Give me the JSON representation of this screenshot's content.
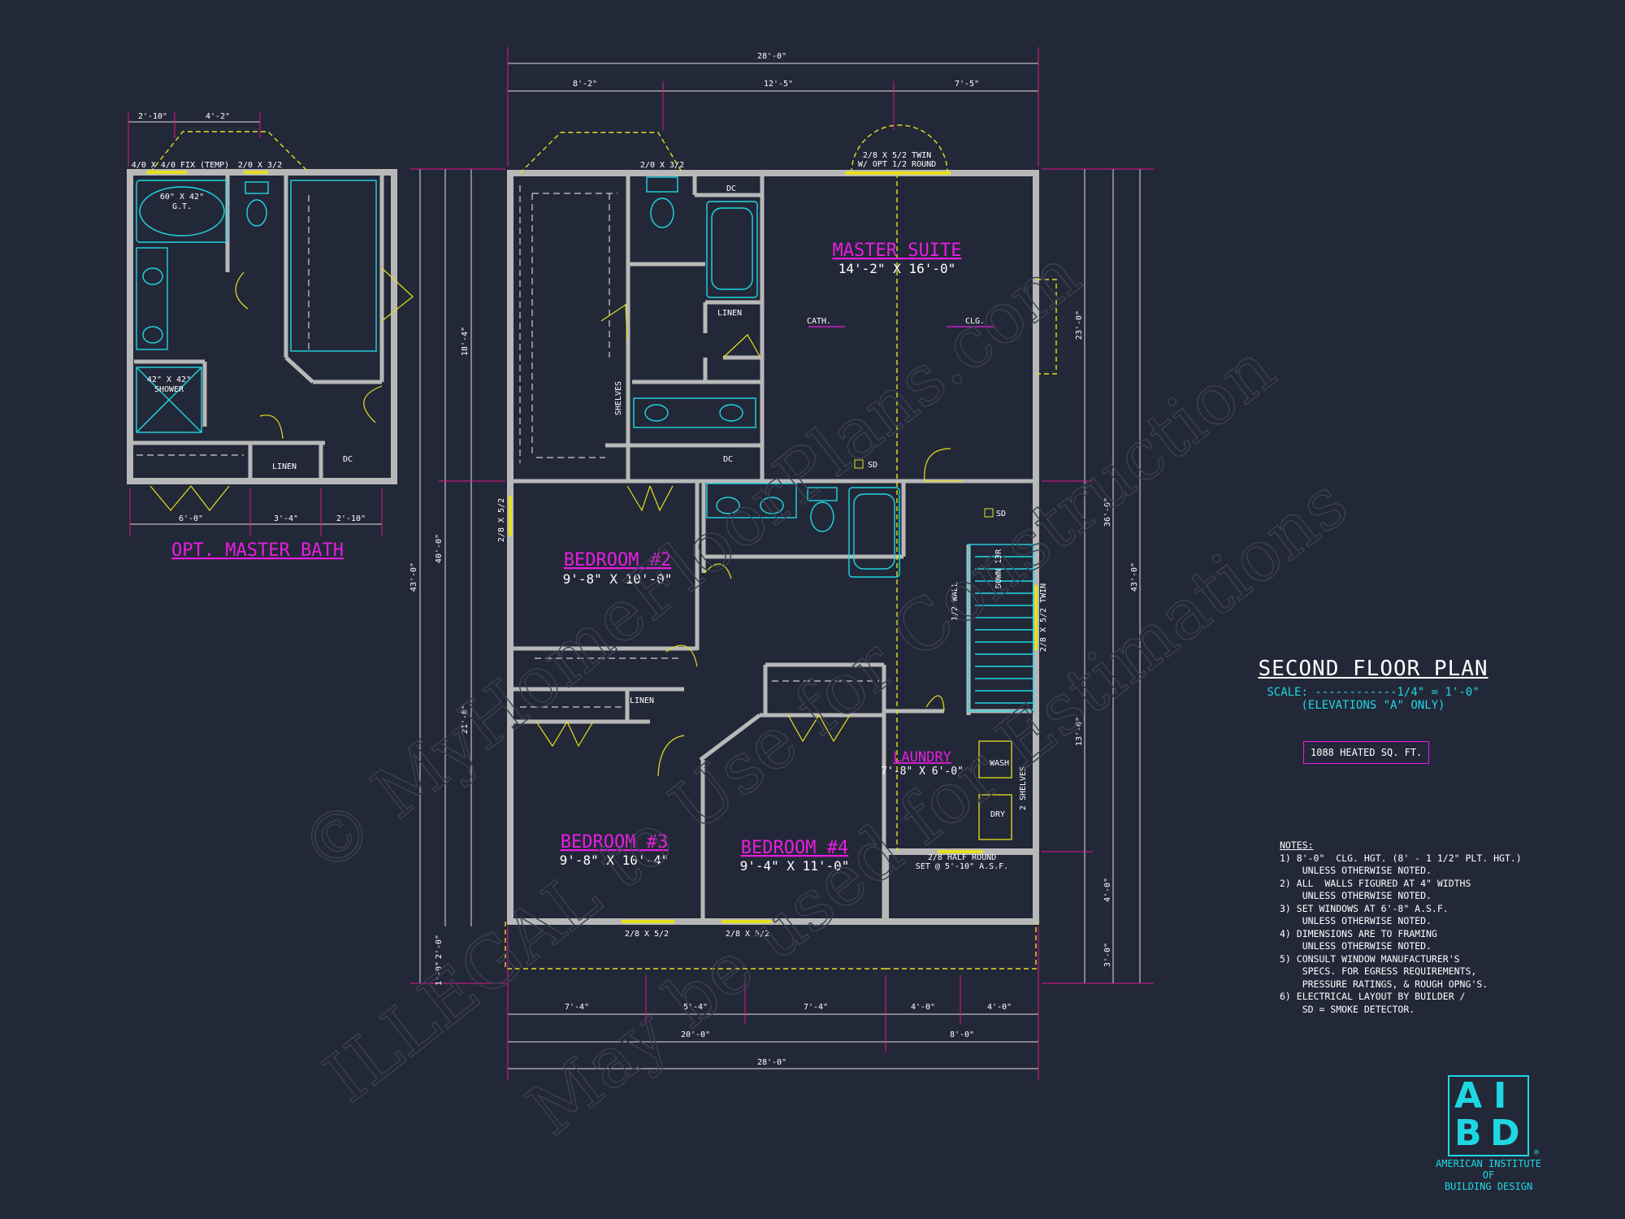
{
  "plan": {
    "title": "SECOND FLOOR PLAN",
    "scale": "SCALE: ------------1/4\" = 1'-0\"",
    "elevations": "(ELEVATIONS \"A\" ONLY)",
    "heated": "1088 HEATED SQ. FT."
  },
  "rooms": {
    "master_name": "MASTER SUITE",
    "master_dim": "14'-2\" X 16'-0\"",
    "bed2_name": "BEDROOM #2",
    "bed2_dim": "9'-8\" X 10'-0\"",
    "bed3_name": "BEDROOM #3",
    "bed3_dim": "9'-8\" X 10'-4\"",
    "bed4_name": "BEDROOM #4",
    "bed4_dim": "9'-4\" X 11'-0\"",
    "laundry_name": "LAUNDRY",
    "laundry_dim": "7'-8\" X 6'-0\"",
    "opt_bath": "OPT. MASTER BATH"
  },
  "dims": {
    "top_total": "28'-0\"",
    "top_a": "8'-2\"",
    "top_b": "12'-5\"",
    "top_c": "7'-5\"",
    "bot_a": "7'-4\"",
    "bot_b": "5'-4\"",
    "bot_c": "7'-4\"",
    "bot_d": "4'-0\"",
    "bot_e": "4'-0\"",
    "bot_f": "20'-0\"",
    "bot_g": "8'-0\"",
    "bot_total": "28'-0\"",
    "left_outer": "43'-0\"",
    "left_mid": "40'-0\"",
    "left_upper": "18'-4\"",
    "left_lower": "21'-8\"",
    "left_b1": "2'-0\"",
    "left_b2": "1'-0\"",
    "right_outer": "43'-0\"",
    "right_36": "36'-0\"",
    "right_23": "23'-0\"",
    "right_13": "13'-0\"",
    "right_4": "4'-0\"",
    "right_3": "3'-0\"",
    "opt_top_a": "2'-10\"",
    "opt_top_b": "4'-2\"",
    "opt_bot_a": "6'-0\"",
    "opt_bot_b": "3'-4\"",
    "opt_bot_c": "2'-10\""
  },
  "labels": {
    "cath": "CATH.",
    "clg": "CLG.",
    "sd": "SD",
    "linen": "LINEN",
    "dc": "DC",
    "shelves": "SHELVES",
    "down": "DOWN 13R",
    "half_wall": "1/2 WALL",
    "wash": "WASH",
    "dry": "DRY",
    "two_shelves": "2 SHELVES",
    "window_twin_top": "2/8 X 5/2 TWIN",
    "window_twin_top2": "W/ OPT 1/2 ROUND",
    "window_half_round": "2/8 HALF ROUND",
    "window_half_round2": "SET @ 5'-10\" A.S.F.",
    "window_2052": "2/0 X 3/2",
    "window_bot": "2/8 X 5/2",
    "window_fix": "4/0 X 4/0 FIX (TEMP)",
    "tub": "60\" X 42\"",
    "tub2": "G.T.",
    "shower": "42\" X 42\"",
    "shower2": "SHOWER",
    "right_win": "2/8 X 5/2 TWIN",
    "left_win": "2/8 X 5/2"
  },
  "notes": {
    "heading": "NOTES:",
    "items": [
      "1) 8'-0\"  CLG. HGT. (8' - 1 1/2\" PLT. HGT.)\n    UNLESS OTHERWISE NOTED.",
      "2) ALL  WALLS FIGURED AT 4\" WIDTHS\n    UNLESS OTHERWISE NOTED.",
      "3) SET WINDOWS AT 6'-8\" A.S.F.\n    UNLESS OTHERWISE NOTED.",
      "4) DIMENSIONS ARE TO FRAMING\n    UNLESS OTHERWISE NOTED.",
      "5) CONSULT WINDOW MANUFACTURER'S\n    SPECS. FOR EGRESS REQUIREMENTS,\n    PRESSURE RATINGS, & ROUGH OPNG'S.",
      "6) ELECTRICAL LAYOUT BY BUILDER /\n    SD = SMOKE DETECTOR."
    ]
  },
  "logo": {
    "a": "A",
    "i": "I",
    "b": "B",
    "d": "D",
    "reg": "®",
    "line1": "AMERICAN INSTITUTE",
    "line2": "OF",
    "line3": "BUILDING DESIGN"
  },
  "watermark": {
    "w1": "© MyHomeFloorPlans.com",
    "w2": "ILLEGAL to Use for Construction",
    "w3": "May be used for Estimations"
  },
  "colors": {
    "background": "#232838",
    "room_label": "#e81ee0",
    "fixture": "#1fd7e3",
    "door": "#e5e01b",
    "wall": "#b8b8b8"
  }
}
